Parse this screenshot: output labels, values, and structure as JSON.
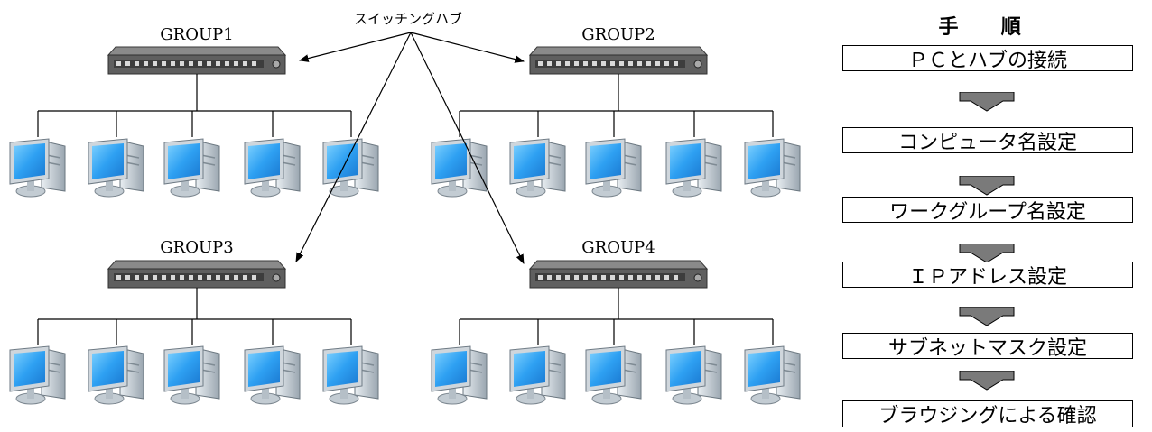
{
  "callout": {
    "label": "スイッチングハブ"
  },
  "groups": [
    {
      "label": "GROUP1",
      "pc_count": 5
    },
    {
      "label": "GROUP2",
      "pc_count": 5
    },
    {
      "label": "GROUP3",
      "pc_count": 5
    },
    {
      "label": "GROUP4",
      "pc_count": 5
    }
  ],
  "procedure": {
    "title": "手 順",
    "steps": [
      "ＰＣとハブの接続",
      "コンピュータ名設定",
      "ワークグループ名設定",
      "ＩＰアドレス設定",
      "サブネットマスク設定",
      "ブラウジングによる確認"
    ]
  },
  "colors": {
    "hub_body": "#5f5f5f",
    "hub_top": "#8a8a8a",
    "monitor_screen": "#38a9ff",
    "pc_case": "#cfd6dc",
    "step_arrow": "#7a7a7a"
  }
}
